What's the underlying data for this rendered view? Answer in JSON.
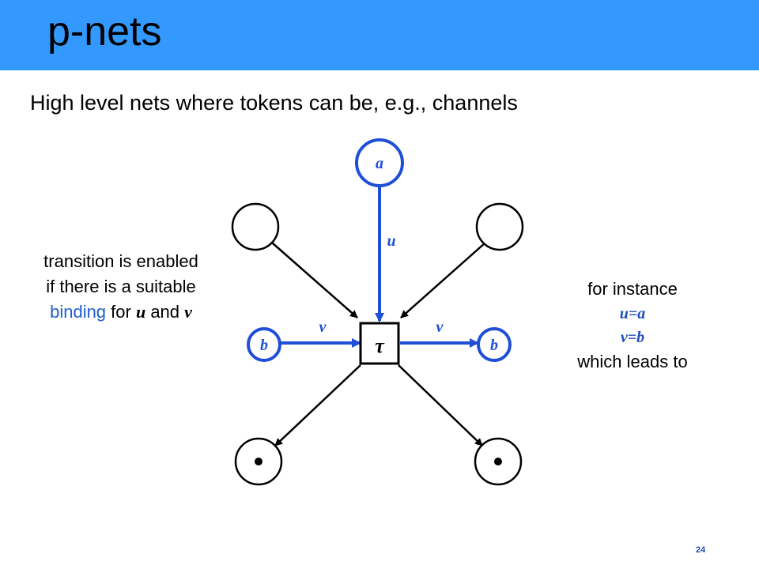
{
  "slide": {
    "title": "p-nets",
    "subtitle": "High level nets where tokens can be, e.g., channels",
    "page_number": "24"
  },
  "left_note": {
    "line1": "transition is enabled",
    "line2": "if there is a suitable",
    "binding_word": "binding",
    "for_word": " for ",
    "var_u": "u",
    "and_word": " and ",
    "var_v": "v"
  },
  "right_note": {
    "line1": "for instance",
    "eq1": "u=a",
    "eq2": "v=b",
    "line4": "which leads to"
  },
  "diagram": {
    "transition_label": "τ",
    "place_top_label": "a",
    "place_left_label": "b",
    "place_right_label": "b",
    "arc_top_label": "u",
    "arc_left_label": "v",
    "arc_right_label": "v",
    "colors": {
      "accent": "#1f4fd6",
      "header": "#3399ff",
      "ink": "#000000"
    }
  }
}
